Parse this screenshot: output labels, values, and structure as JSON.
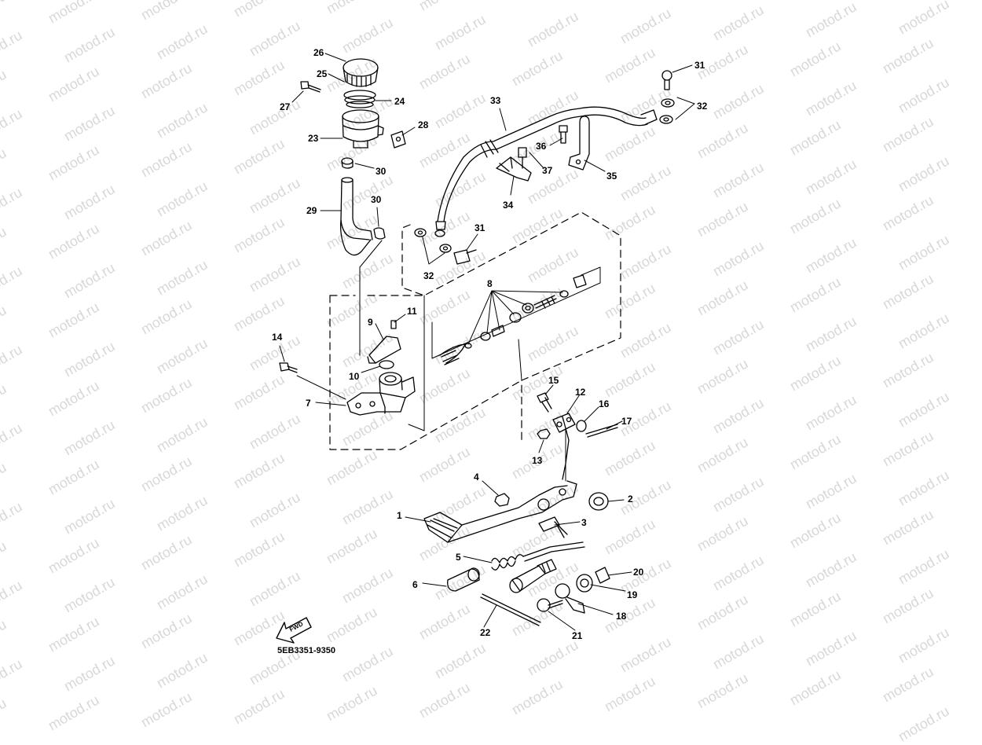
{
  "watermark": "motod.ru",
  "diagram_code": "5EB3351-9350",
  "fwd_label": "FWD",
  "callouts": [
    {
      "id": "c26",
      "text": "26"
    },
    {
      "id": "c25",
      "text": "25"
    },
    {
      "id": "c27",
      "text": "27"
    },
    {
      "id": "c24",
      "text": "24"
    },
    {
      "id": "c28",
      "text": "28"
    },
    {
      "id": "c23",
      "text": "23"
    },
    {
      "id": "c30a",
      "text": "30"
    },
    {
      "id": "c29",
      "text": "29"
    },
    {
      "id": "c30b",
      "text": "30"
    },
    {
      "id": "c33",
      "text": "33"
    },
    {
      "id": "c31a",
      "text": "31"
    },
    {
      "id": "c32a",
      "text": "32"
    },
    {
      "id": "c36",
      "text": "36"
    },
    {
      "id": "c37",
      "text": "37"
    },
    {
      "id": "c35",
      "text": "35"
    },
    {
      "id": "c34",
      "text": "34"
    },
    {
      "id": "c31b",
      "text": "31"
    },
    {
      "id": "c32b",
      "text": "32"
    },
    {
      "id": "c8",
      "text": "8"
    },
    {
      "id": "c9",
      "text": "9"
    },
    {
      "id": "c11",
      "text": "11"
    },
    {
      "id": "c14",
      "text": "14"
    },
    {
      "id": "c10",
      "text": "10"
    },
    {
      "id": "c7",
      "text": "7"
    },
    {
      "id": "c15",
      "text": "15"
    },
    {
      "id": "c12",
      "text": "12"
    },
    {
      "id": "c16",
      "text": "16"
    },
    {
      "id": "c17",
      "text": "17"
    },
    {
      "id": "c13",
      "text": "13"
    },
    {
      "id": "c4",
      "text": "4"
    },
    {
      "id": "c2",
      "text": "2"
    },
    {
      "id": "c1",
      "text": "1"
    },
    {
      "id": "c3",
      "text": "3"
    },
    {
      "id": "c5",
      "text": "5"
    },
    {
      "id": "c20",
      "text": "20"
    },
    {
      "id": "c6",
      "text": "6"
    },
    {
      "id": "c19",
      "text": "19"
    },
    {
      "id": "c18",
      "text": "18"
    },
    {
      "id": "c22",
      "text": "22"
    },
    {
      "id": "c21",
      "text": "21"
    }
  ]
}
